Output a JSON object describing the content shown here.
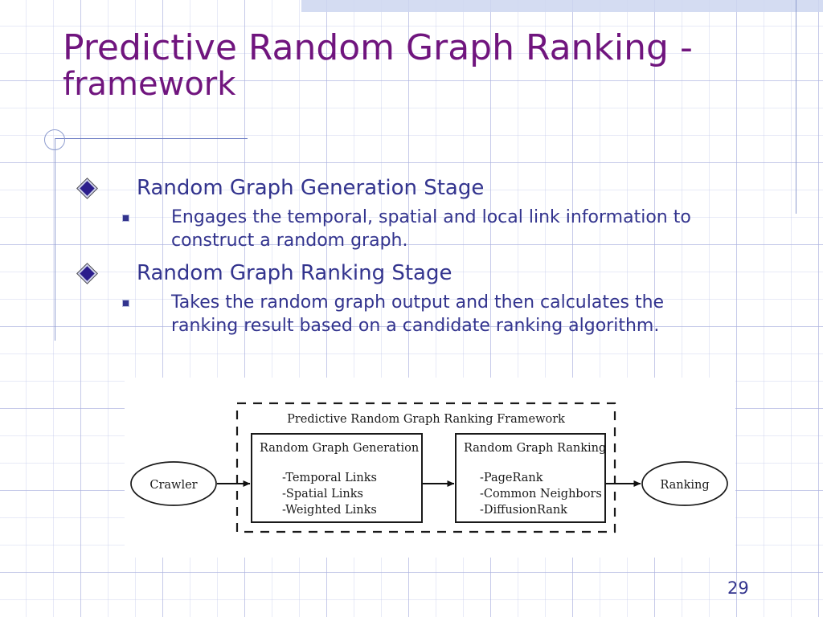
{
  "slide": {
    "title_line1": "Predictive Random Graph Ranking  -",
    "title_line2": "framework",
    "page_number": "29",
    "title_color": "#70157e",
    "body_color": "#33348e",
    "accent_band_color": "#cdd6f0"
  },
  "body": {
    "items": [
      {
        "level1": "Random Graph Generation Stage",
        "level2": "Engages the temporal, spatial and local link information to construct a random graph."
      },
      {
        "level1": "Random Graph Ranking Stage",
        "level2": "Takes the random graph output and then calculates the ranking result based on a candidate ranking algorithm."
      }
    ]
  },
  "figure": {
    "framework_title": "Predictive Random Graph Ranking Framework",
    "input_node": "Crawler",
    "output_node": "Ranking",
    "stage1": {
      "heading": "Random Graph Generation",
      "lines": [
        "-Temporal Links",
        "-Spatial Links",
        "-Weighted Links"
      ]
    },
    "stage2": {
      "heading": "Random Graph Ranking",
      "lines": [
        "-PageRank",
        "-Common Neighbors",
        "-DiffusionRank"
      ]
    }
  }
}
